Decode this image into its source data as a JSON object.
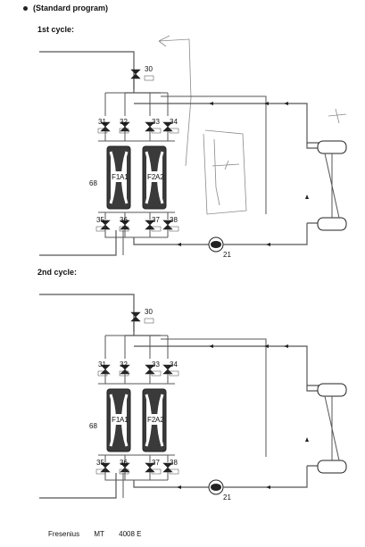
{
  "heading": "(Standard program)",
  "cycles": [
    {
      "label": "1st cycle:",
      "filter_group": "68",
      "pump": "21",
      "filters": [
        "F1",
        "A1",
        "F2",
        "A2"
      ]
    },
    {
      "label": "2nd cycle:",
      "filter_group": "68",
      "pump": "21",
      "filters": [
        "F1",
        "A1",
        "F2",
        "A2"
      ]
    }
  ],
  "valves": {
    "top": "30",
    "upper": [
      "31",
      "32",
      "33",
      "34"
    ],
    "lower": [
      "35",
      "36",
      "37",
      "38"
    ]
  },
  "footer": {
    "brand": "Fresenius",
    "model": "MT",
    "number": "4008 E"
  }
}
